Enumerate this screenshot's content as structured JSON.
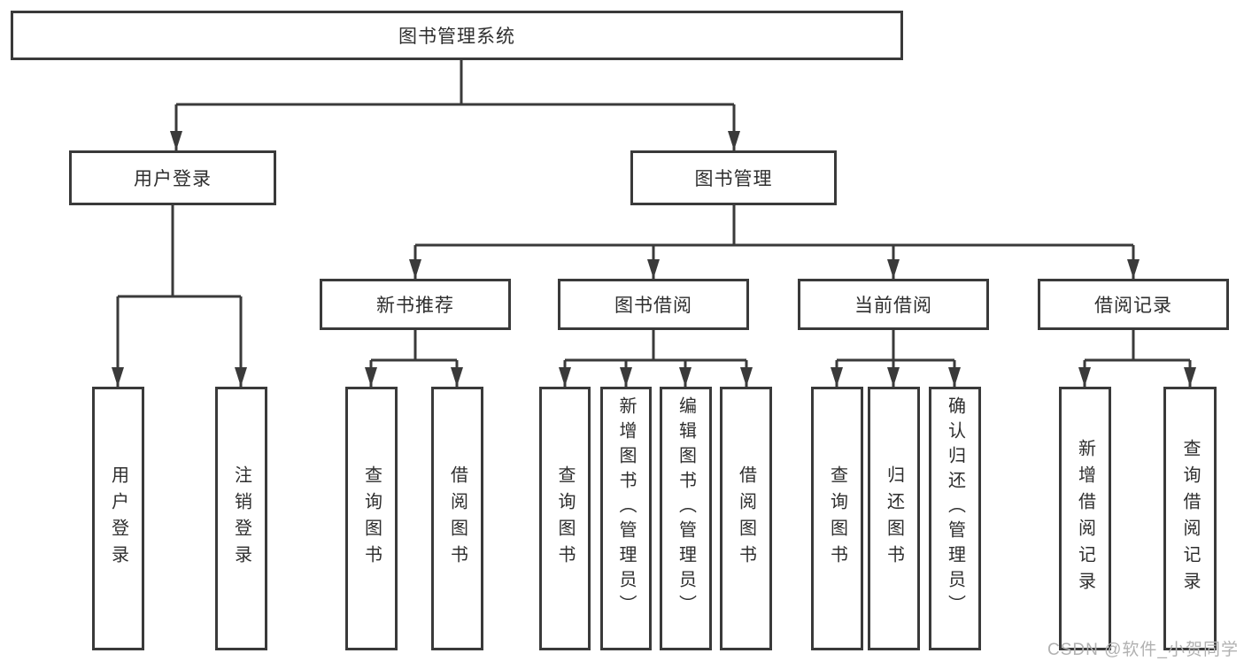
{
  "diagram": {
    "title_node": {
      "label": "图书管理系统"
    },
    "level2": [
      {
        "label": "用户登录"
      },
      {
        "label": "图书管理"
      }
    ],
    "level3": [
      {
        "label": "新书推荐"
      },
      {
        "label": "图书借阅"
      },
      {
        "label": "当前借阅"
      },
      {
        "label": "借阅记录"
      }
    ],
    "leaves": {
      "user_login": [
        {
          "label": "用户登录"
        },
        {
          "label": "注销登录"
        }
      ],
      "new_book_rec": [
        {
          "label": "查询图书"
        },
        {
          "label": "借阅图书"
        }
      ],
      "book_borrow": [
        {
          "label": "查询图书"
        },
        {
          "label": "新增图书（管理员）"
        },
        {
          "label": "编辑图书（管理员）"
        },
        {
          "label": "借阅图书"
        }
      ],
      "current_borrow": [
        {
          "label": "查询图书"
        },
        {
          "label": "归还图书"
        },
        {
          "label": "确认归还（管理员）"
        }
      ],
      "borrow_records": [
        {
          "label": "新增借阅记录"
        },
        {
          "label": "查询借阅记录"
        }
      ]
    },
    "watermark": "CSDN @软件_小贺同学",
    "colors": {
      "line": "#3a3a3a",
      "text": "#2e2e2e",
      "background": "#ffffff",
      "watermark": "#b1b1b1"
    }
  }
}
